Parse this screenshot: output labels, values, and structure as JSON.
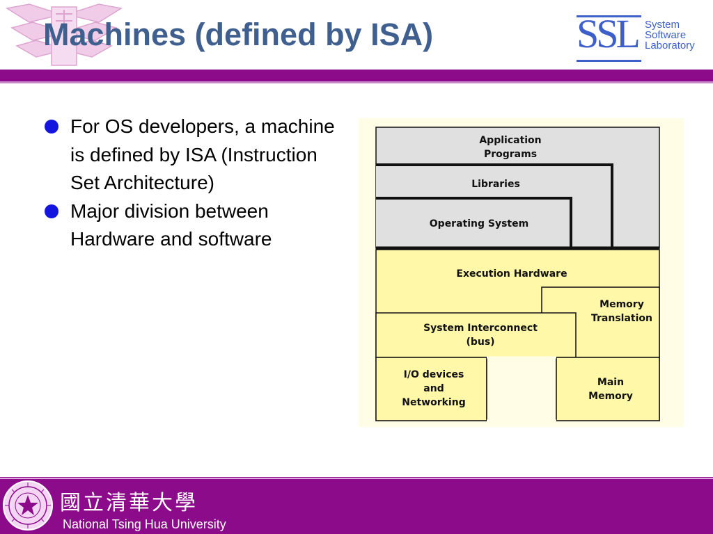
{
  "slide": {
    "title": "Machines (defined by ISA)"
  },
  "header": {
    "university_logo_icon": "nthu-emblem-icon",
    "lab_logo": {
      "mark": "SSL",
      "line1": "System",
      "line2": "Software",
      "line3": "Laboratory"
    },
    "accent_color": "#8b0b8b",
    "title_color": "#3f5f8f"
  },
  "bullets": [
    "For OS developers, a machine is defined by ISA (Instruction Set Architecture)",
    "Major division between Hardware and software"
  ],
  "diagram": {
    "software_layers": {
      "application_line1": "Application",
      "application_line2": "Programs",
      "libraries": "Libraries",
      "operating_system": "Operating System"
    },
    "hardware_layers": {
      "execution_hardware": "Execution Hardware",
      "memory_translation_line1": "Memory",
      "memory_translation_line2": "Translation",
      "system_interconnect_line1": "System Interconnect",
      "system_interconnect_line2": "(bus)",
      "io_line1": "I/O devices",
      "io_line2": "and",
      "io_line3": "Networking",
      "main_memory_line1": "Main",
      "main_memory_line2": "Memory"
    },
    "colors": {
      "software_fill": "#e0e0e0",
      "hardware_fill": "#fff8a8",
      "background": "#fffde5"
    }
  },
  "footer": {
    "university_chinese": "國立清華大學",
    "university_english": "National Tsing Hua University",
    "seal_icon": "nthu-seal-icon"
  }
}
